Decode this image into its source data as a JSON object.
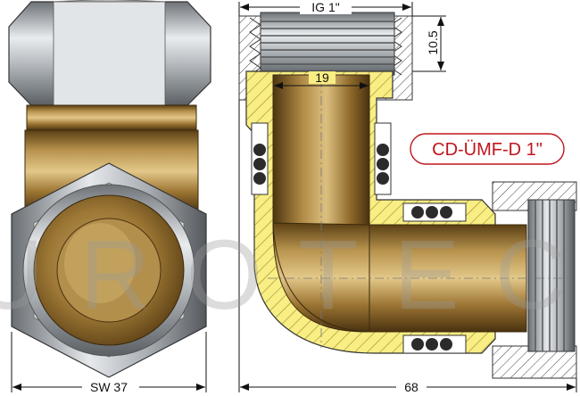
{
  "product": {
    "code": "CD-ÜMF-D 1\"",
    "watermark": "EUROTECH"
  },
  "dimensions": {
    "thread": "IG 1\"",
    "thread_depth": "10.5",
    "bore": "19",
    "wrench_size": "SW 37",
    "overall_length": "68"
  },
  "colors": {
    "brass": "#a9823f",
    "brass_dark": "#6b4f1f",
    "chrome": "#c8cbcf",
    "section_fill": "#f7ec7a",
    "accent_red": "#c0151b"
  }
}
